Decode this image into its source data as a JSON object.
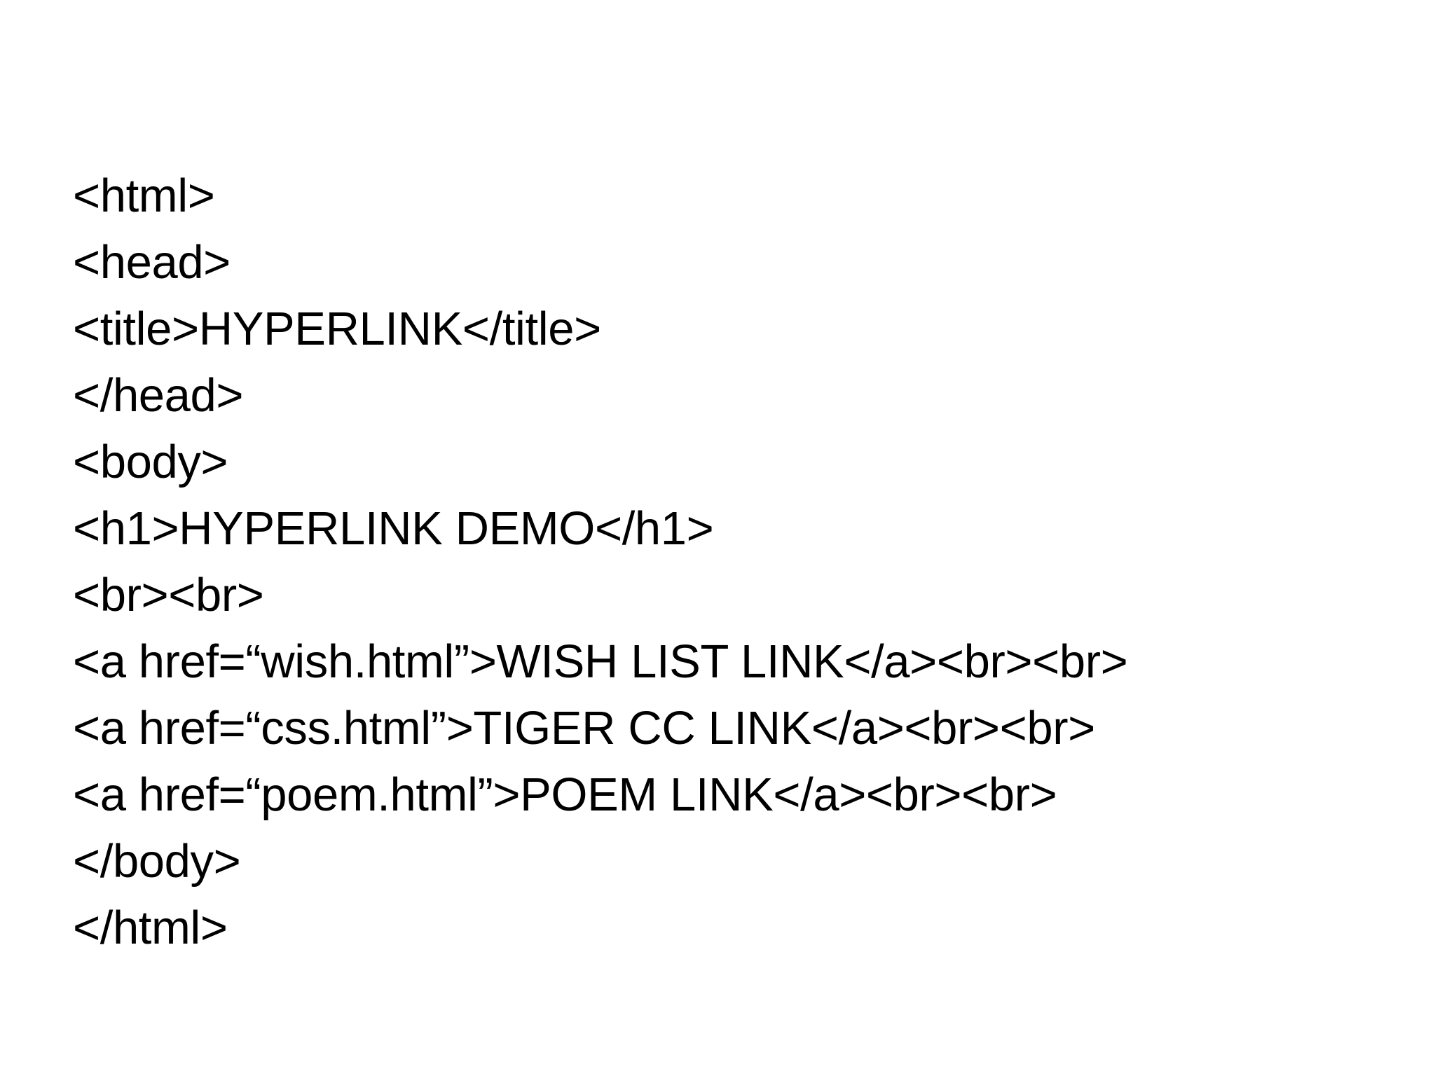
{
  "slide": {
    "background_color": "#ffffff",
    "text_color": "#000000",
    "content_type": "html-source-code-listing",
    "code_lines": [
      {
        "text": "<html>"
      },
      {
        "text": "<head>"
      },
      {
        "text": "<title>HYPERLINK</title>"
      },
      {
        "text": "</head>"
      },
      {
        "text": "<body>"
      },
      {
        "text": "<h1>HYPERLINK DEMO</h1>"
      },
      {
        "text": "<br><br>"
      },
      {
        "text": "<a href=“wish.html”>WISH LIST LINK</a><br><br>"
      },
      {
        "text": "<a href=“css.html”>TIGER CC LINK</a><br><br>"
      },
      {
        "text": "<a href=“poem.html”>POEM LINK</a><br><br>"
      },
      {
        "text": "</body>"
      },
      {
        "text": "</html>"
      }
    ]
  }
}
